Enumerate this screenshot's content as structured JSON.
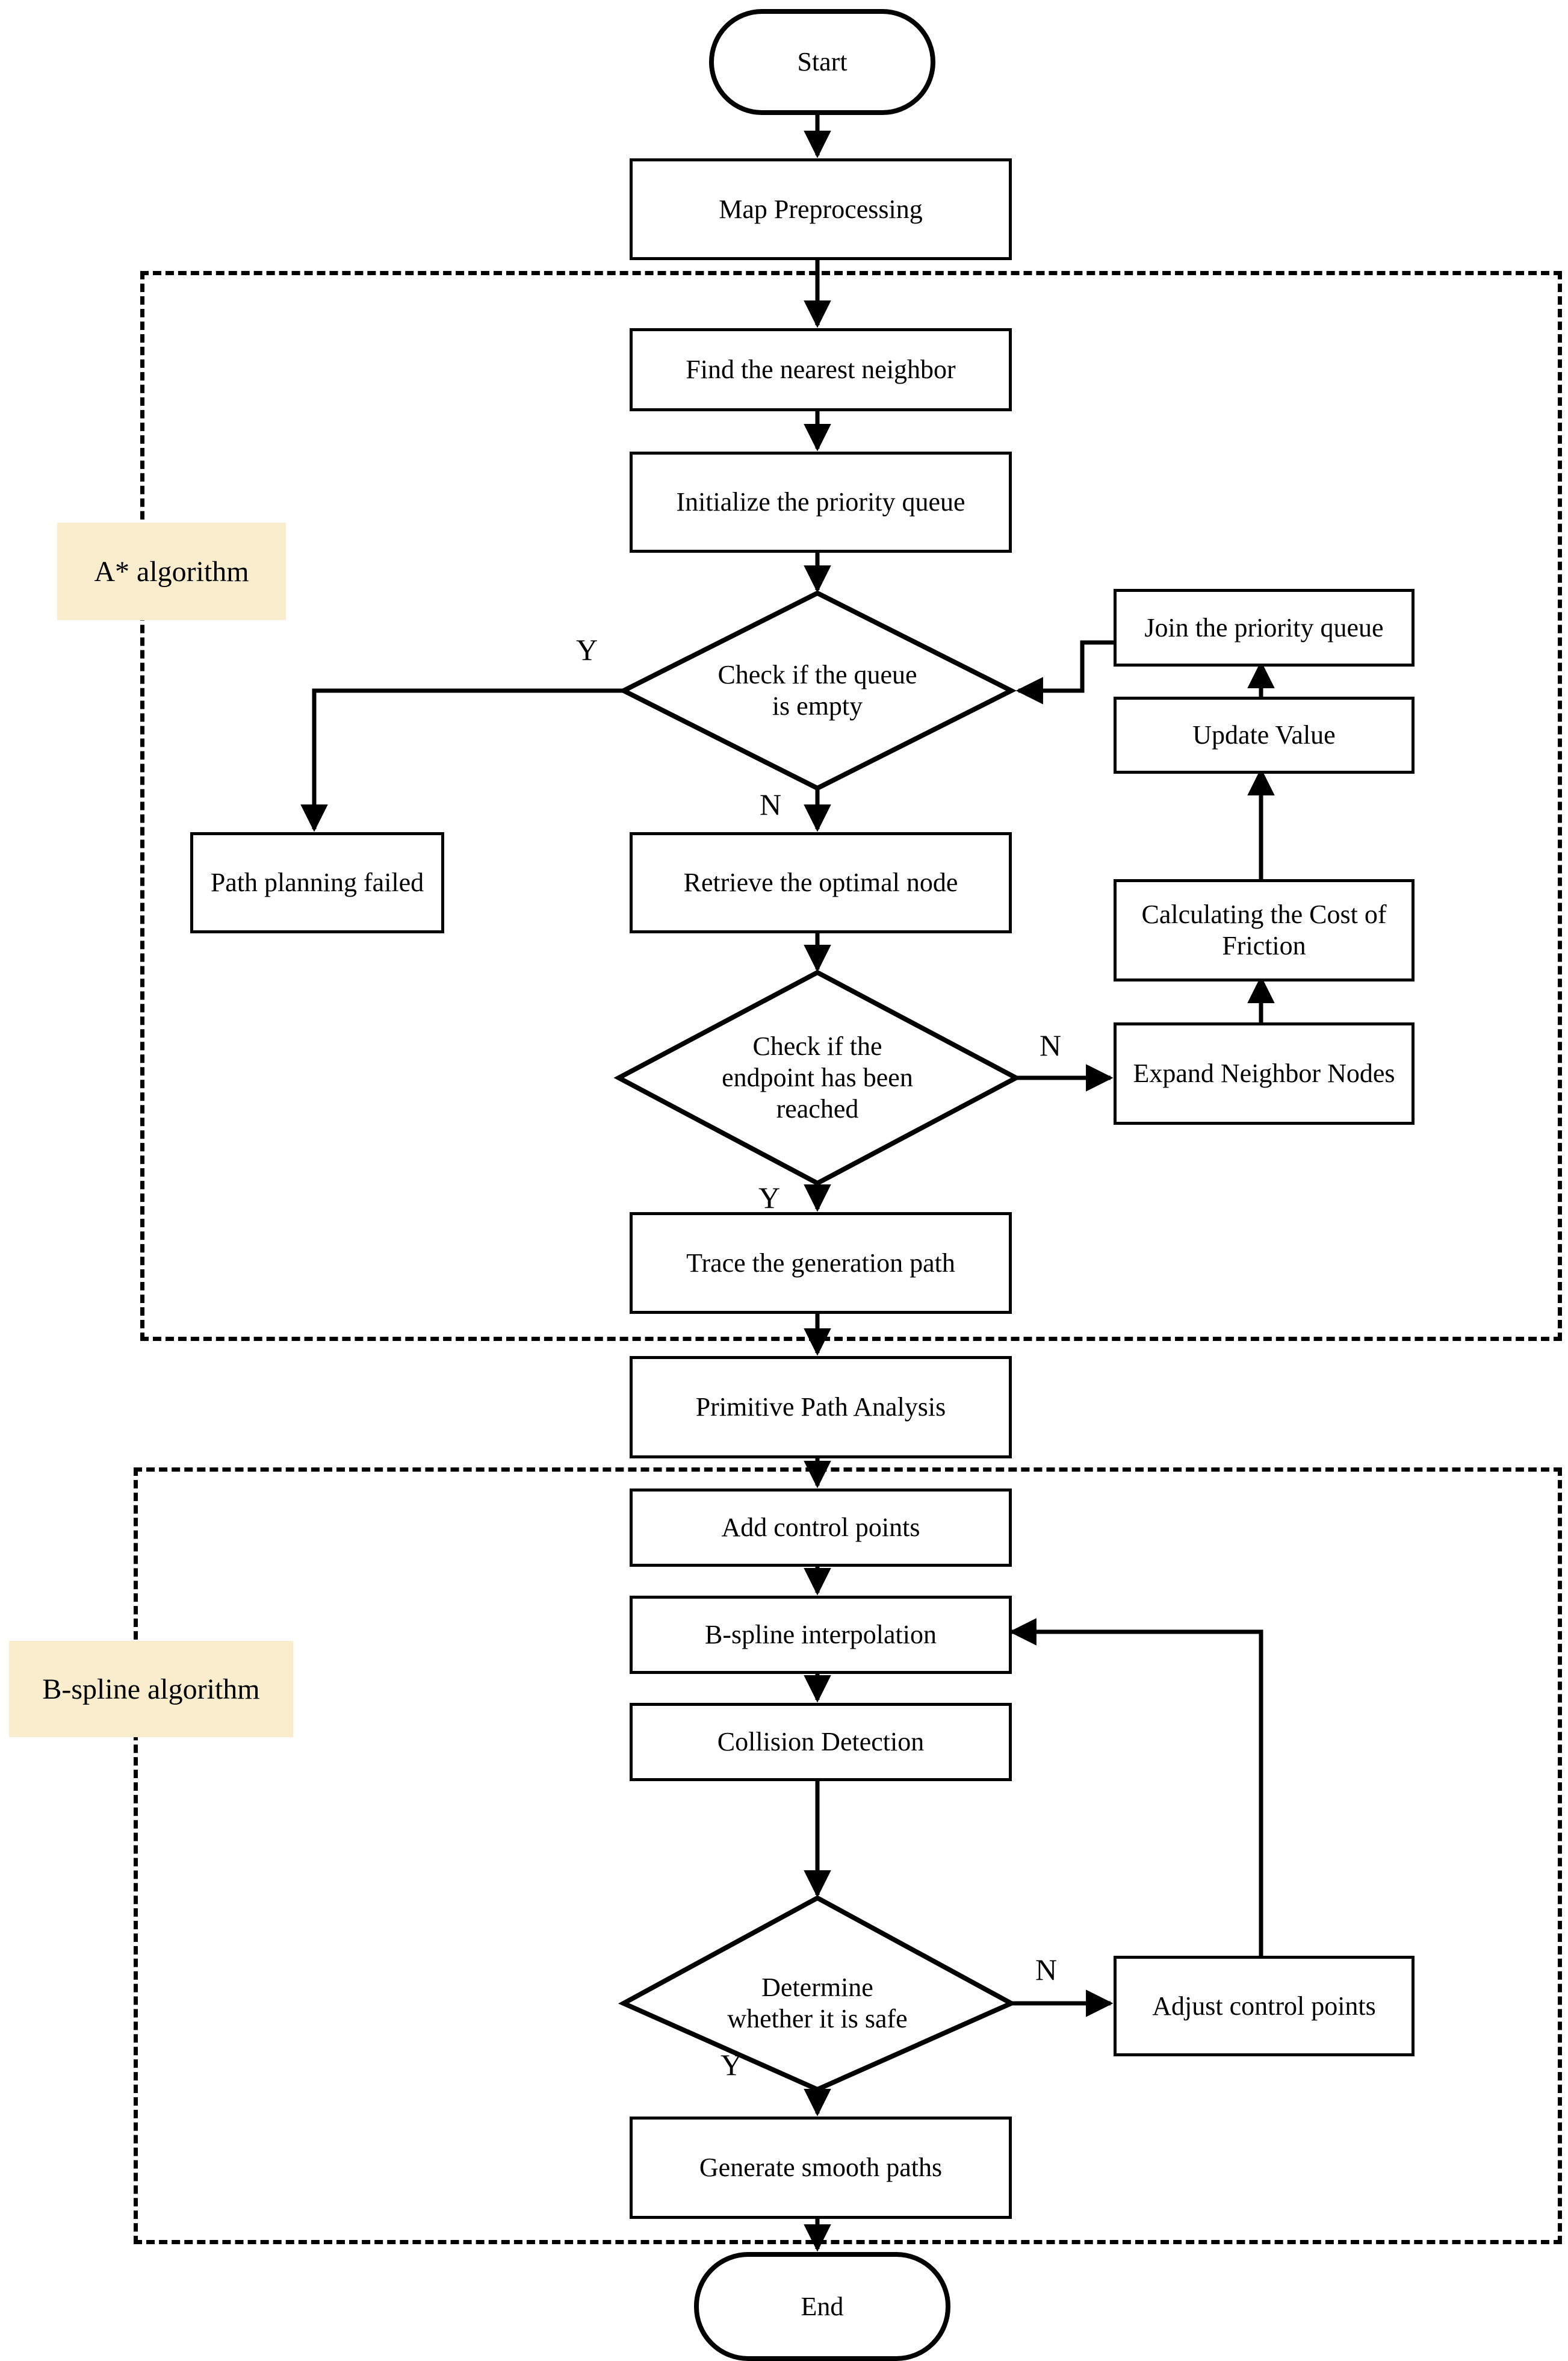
{
  "page": {
    "background": "#FFFFFF"
  },
  "diagram": {
    "type": "flowchart",
    "sections": {
      "astar": {
        "label": "A* algorithm"
      },
      "bspline": {
        "label": "B-spline algorithm"
      }
    },
    "colors": {
      "stroke": "#000000",
      "node_fill": "#FFFFFF",
      "section_label_bg": "#FAEDCD"
    },
    "nodes": {
      "start": {
        "type": "terminator",
        "label": "Start"
      },
      "map_preprocessing": {
        "type": "process",
        "label": "Map Preprocessing"
      },
      "find_nearest_neighbor": {
        "type": "process",
        "label": "Find the nearest neighbor"
      },
      "initialize_priority_queue": {
        "type": "process",
        "label": "Initialize the priority queue"
      },
      "check_queue_empty": {
        "type": "decision",
        "lines": [
          "Check if the queue",
          "is empty"
        ]
      },
      "path_planning_failed": {
        "type": "process",
        "label": "Path planning failed"
      },
      "retrieve_optimal_node": {
        "type": "process",
        "label": "Retrieve the optimal node"
      },
      "check_endpoint_reached": {
        "type": "decision",
        "lines": [
          "Check if the",
          "endpoint has been",
          "reached"
        ]
      },
      "join_priority_queue": {
        "type": "process",
        "label": "Join the priority queue"
      },
      "update_value": {
        "type": "process",
        "label": "Update Value"
      },
      "calculating_cost_of_friction": {
        "type": "process",
        "lines": [
          "Calculating the Cost of",
          "Friction"
        ]
      },
      "expand_neighbor_nodes": {
        "type": "process",
        "label": "Expand Neighbor Nodes"
      },
      "trace_generation_path": {
        "type": "process",
        "label": "Trace the generation path"
      },
      "primitive_path_analysis": {
        "type": "process",
        "label": "Primitive Path Analysis"
      },
      "add_control_points": {
        "type": "process",
        "label": "Add control points"
      },
      "bspline_interpolation": {
        "type": "process",
        "label": "B-spline interpolation"
      },
      "collision_detection": {
        "type": "process",
        "label": "Collision Detection"
      },
      "determine_safe": {
        "type": "decision",
        "lines": [
          "Determine",
          "whether it is safe"
        ]
      },
      "adjust_control_points": {
        "type": "process",
        "label": "Adjust control points"
      },
      "generate_smooth_paths": {
        "type": "process",
        "label": "Generate smooth paths"
      },
      "end": {
        "type": "terminator",
        "label": "End"
      }
    },
    "branch_labels": {
      "queue_empty_yes": "Y",
      "queue_empty_no": "N",
      "endpoint_reached_yes": "Y",
      "endpoint_reached_no": "N",
      "safe_yes": "Y",
      "safe_no": "N"
    }
  }
}
